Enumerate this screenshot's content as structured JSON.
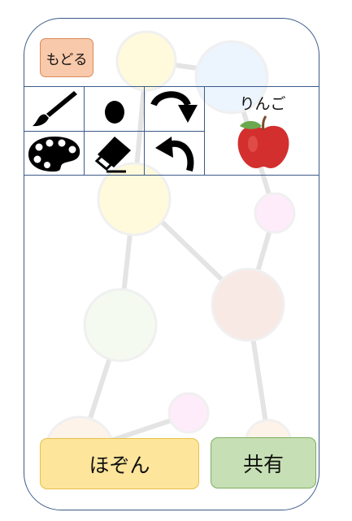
{
  "header": {
    "back_label": "もどる"
  },
  "toolbar": {
    "tools": [
      {
        "id": "brush",
        "icon": "paintbrush-icon"
      },
      {
        "id": "dot",
        "icon": "brush-size-icon"
      },
      {
        "id": "redo",
        "icon": "redo-arrow-icon"
      },
      {
        "id": "palette",
        "icon": "palette-icon"
      },
      {
        "id": "eraser",
        "icon": "eraser-icon"
      },
      {
        "id": "undo",
        "icon": "undo-arrow-icon"
      }
    ]
  },
  "word_card": {
    "label": "りんご",
    "image_icon": "apple-icon"
  },
  "actions": {
    "save_label": "ほぞん",
    "share_label": "共有"
  },
  "colors": {
    "frame": "#3b5a8a",
    "back_button": "#f8c9aa",
    "save_button": "#fde59b",
    "share_button": "#c6dfb4",
    "apple": "#d32f2f",
    "leaf": "#6aa84f"
  }
}
